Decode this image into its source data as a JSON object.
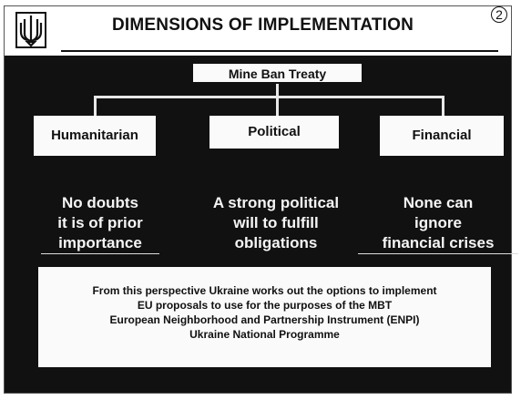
{
  "header": {
    "title": "DIMENSIONS OF IMPLEMENTATION",
    "page_number": "2"
  },
  "root": {
    "label": "Mine Ban Treaty"
  },
  "dimensions": [
    {
      "label": "Humanitarian",
      "description": [
        "No doubts",
        "it is of prior",
        "importance"
      ]
    },
    {
      "label": "Political",
      "description": [
        "A strong political",
        "will to fulfill",
        "obligations"
      ]
    },
    {
      "label": "Financial",
      "description": [
        "None can",
        "ignore",
        "financial crises"
      ]
    }
  ],
  "summary": {
    "lines": [
      "From this perspective Ukraine works out the options to implement",
      "EU proposals to use for the purposes of the  MBT",
      "European Neighborhood and Partnership Instrument (ENPI)",
      "Ukraine National Programme"
    ]
  },
  "colors": {
    "slide_background": "#111111",
    "box_background": "#fafafa",
    "text_light": "#f5f5f5"
  },
  "icons": {
    "emblem": "ukraine-trident-emblem-icon"
  }
}
